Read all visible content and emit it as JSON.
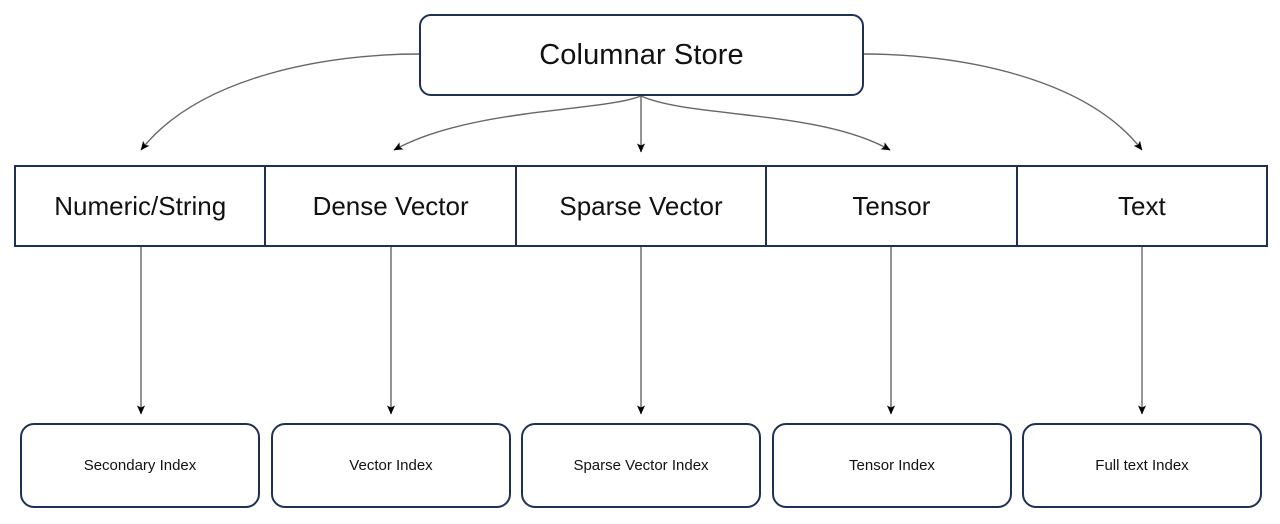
{
  "diagram": {
    "title_node": {
      "label": "Columnar Store",
      "shape": "rounded-rectangle"
    },
    "colors": {
      "node_border": "#1f3057",
      "node_fill": "#ffffff",
      "edge_line": "#666666",
      "arrow_head": "#000000",
      "text": "#111111",
      "background": "#ffffff"
    },
    "column_types": [
      {
        "label": "Numeric/String"
      },
      {
        "label": "Dense Vector"
      },
      {
        "label": "Sparse Vector"
      },
      {
        "label": "Tensor"
      },
      {
        "label": "Text"
      }
    ],
    "indexes": [
      {
        "label": "Secondary Index"
      },
      {
        "label": "Vector Index"
      },
      {
        "label": "Sparse Vector Index"
      },
      {
        "label": "Tensor Index"
      },
      {
        "label": "Full text Index"
      }
    ],
    "edges": {
      "root_to_types": [
        {
          "from": "Columnar Store",
          "to": "Numeric/String",
          "style": "curved"
        },
        {
          "from": "Columnar Store",
          "to": "Dense Vector",
          "style": "curved"
        },
        {
          "from": "Columnar Store",
          "to": "Sparse Vector",
          "style": "straight"
        },
        {
          "from": "Columnar Store",
          "to": "Tensor",
          "style": "curved"
        },
        {
          "from": "Columnar Store",
          "to": "Text",
          "style": "curved"
        }
      ],
      "types_to_indexes": [
        {
          "from": "Numeric/String",
          "to": "Secondary Index",
          "style": "straight"
        },
        {
          "from": "Dense Vector",
          "to": "Vector Index",
          "style": "straight"
        },
        {
          "from": "Sparse Vector",
          "to": "Sparse Vector Index",
          "style": "straight"
        },
        {
          "from": "Tensor",
          "to": "Tensor Index",
          "style": "straight"
        },
        {
          "from": "Text",
          "to": "Full text Index",
          "style": "straight"
        }
      ]
    }
  }
}
